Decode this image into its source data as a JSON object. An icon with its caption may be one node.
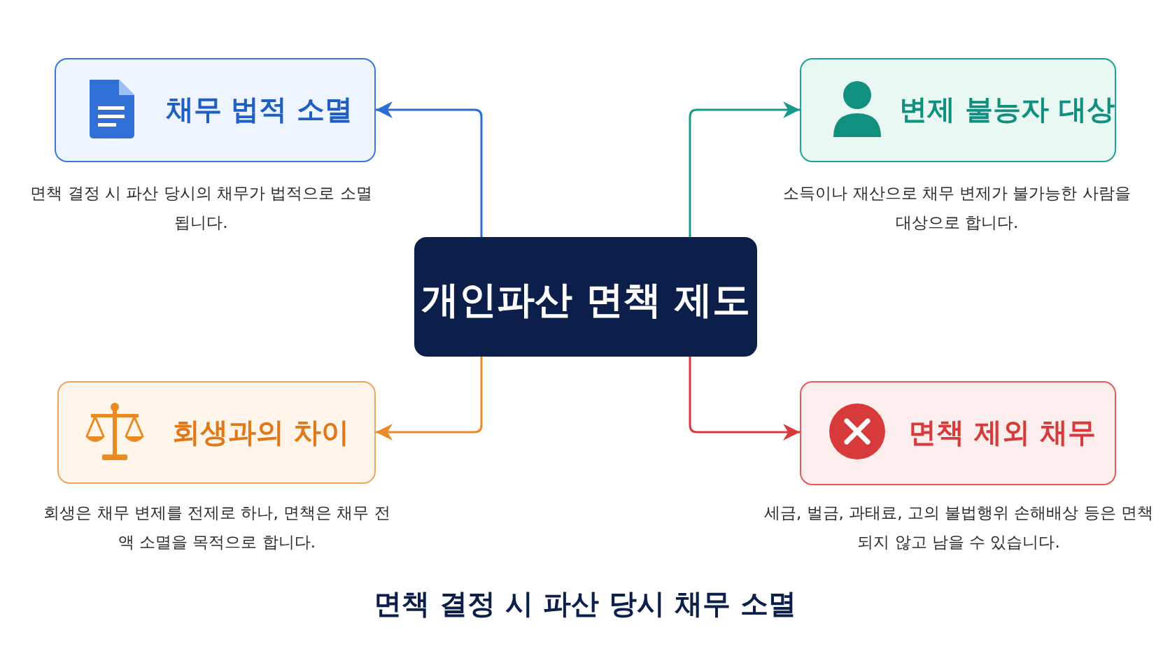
{
  "diagram": {
    "caption": "면책 결정 시 파산 당시 채무 소멸",
    "nodes": [
      {
        "text": [
          "채무 법적 소멸"
        ],
        "beside": [
          "면책 결정 시 파산 당시의 채무가 법적으로 소멸됩니다."
        ]
      },
      {
        "text": [
          "변제 불능자 대상"
        ],
        "beside": [
          "소득이나 재산으로 채무 변제가 불가능한 사람을 대상으로 합니다."
        ]
      },
      {
        "text": [
          "개인파산 면책 제도"
        ]
      },
      {
        "text": [
          "회생과의 차이"
        ],
        "beside": [
          "회생은 채무 변제를 전제로 하나, 면책은 채무 전액 소멸을 목적으로 합니다."
        ]
      },
      {
        "text": [
          "면책 제외 채무"
        ],
        "beside": [
          "세금, 벌금, 과태료, 고의 불법행위 손해배상 등은 면책되지 않고 남을 수 있습니다."
        ]
      }
    ],
    "edges": [
      {
        "from": 2,
        "to": 0,
        "arrow": "to",
        "color": "#2d6cd3"
      },
      {
        "from": 2,
        "to": 1,
        "arrow": "to",
        "color": "#179a8a"
      },
      {
        "from": 2,
        "to": 3,
        "arrow": "to",
        "color": "#ec8a2a"
      },
      {
        "from": 2,
        "to": 4,
        "arrow": "to",
        "color": "#d8393b"
      }
    ]
  }
}
